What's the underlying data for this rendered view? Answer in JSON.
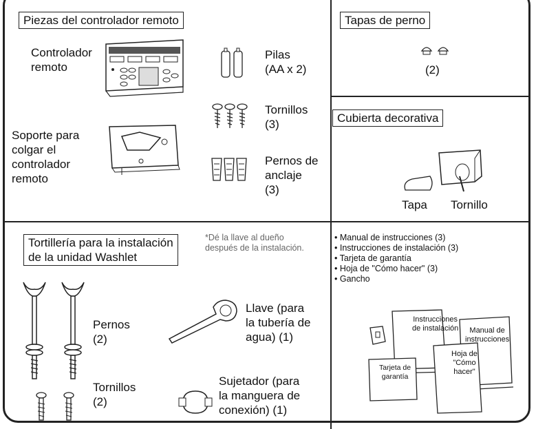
{
  "remote_parts": {
    "title": "Piezas del controlador remoto",
    "controller": "Controlador\nremoto",
    "batteries": "Pilas\n(AA x 2)",
    "screws": "Tornillos\n(3)",
    "holder": "Soporte para\ncolgar el\ncontrolador\nremoto",
    "anchors": "Pernos de\nanclaje\n(3)"
  },
  "bolt_caps": {
    "title": "Tapas de perno",
    "qty": "(2)"
  },
  "decorative_cover": {
    "title": "Cubierta decorativa",
    "cap": "Tapa",
    "screw": "Tornillo"
  },
  "hardware": {
    "title": "Tortillería para la instalación\nde la unidad Washlet",
    "note": "*Dé la llave al dueño\ndespués de la instalación.",
    "bolts": "Pernos\n(2)",
    "screws": "Tornillos\n(2)",
    "wrench": "Llave (para\nla tubería de\nagua) (1)",
    "clamp": "Sujetador (para\nla manguera de\nconexión) (1)"
  },
  "documents": {
    "items": [
      "• Manual de instrucciones (3)",
      "• Instrucciones de instalación (3)",
      "• Tarjeta de garantía",
      "• Hoja de \"Cómo hacer\" (3)",
      "• Gancho"
    ],
    "book_install": "Instrucciones\nde instalación",
    "book_manual": "Manual de\ninstrucciones",
    "book_howto": "Hoja de\n\"Cómo\nhacer\"",
    "book_warranty": "Tarjeta de\ngarantía"
  }
}
